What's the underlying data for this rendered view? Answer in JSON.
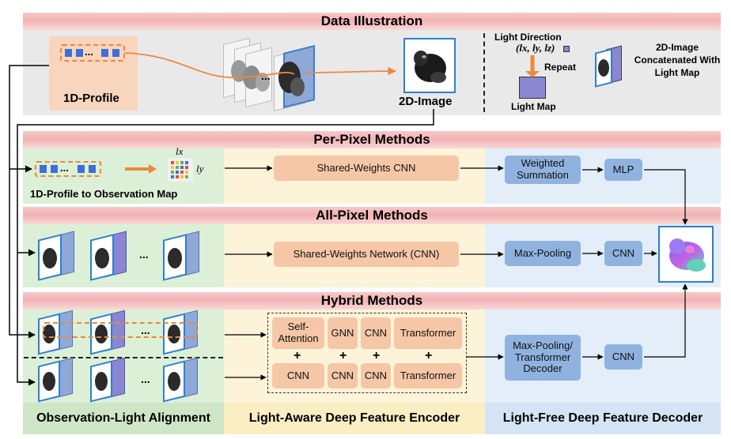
{
  "data_illustration": {
    "title": "Data Illustration",
    "profile_label": "1D-Profile",
    "dots_label": "...",
    "image_label": "2D-Image",
    "light_direction_label": "Light Direction",
    "light_vector_label": "(lx, ly, lz)",
    "repeat_label": "Repeat",
    "light_map_label": "Light Map",
    "concat_label": "2D-Image Concatenated With Light Map"
  },
  "per_pixel": {
    "title": "Per-Pixel Methods",
    "obs_map_label": "1D-Profile to Observation Map",
    "lx_label": "lx",
    "ly_label": "ly",
    "dots_label": "...",
    "encoder": "Shared-Weights CNN",
    "decoder_1": "Weighted Summation",
    "decoder_2": "MLP"
  },
  "all_pixel": {
    "title": "All-Pixel Methods",
    "dots_label": "...",
    "encoder": "Shared-Weights Network (CNN)",
    "decoder_1": "Max-Pooling",
    "decoder_2": "CNN"
  },
  "hybrid": {
    "title": "Hybrid Methods",
    "dots_label": "...",
    "plus_label": "+",
    "top_row": [
      "Self-Attention",
      "GNN",
      "CNN",
      "Transformer"
    ],
    "bottom_row": [
      "CNN",
      "CNN",
      "CNN",
      "Transformer"
    ],
    "decoder_1": "Max-Pooling/ Transformer Decoder",
    "decoder_2": "CNN"
  },
  "footer": {
    "col1": "Observation-Light Alignment",
    "col2": "Light-Aware Deep Feature Encoder",
    "col3": "Light-Free Deep Feature Decoder"
  },
  "colors": {
    "banner": "#f2b2b2",
    "panel_gray": "#e9e9e9",
    "panel_green": "#dcefd7",
    "panel_yellow": "#fdf3d8",
    "panel_blue": "#e4eef8",
    "box_orange": "#f5c7a6",
    "box_blue": "#8fb3de",
    "dashed_orange": "#ea8a3c",
    "arrow": "#000000"
  }
}
